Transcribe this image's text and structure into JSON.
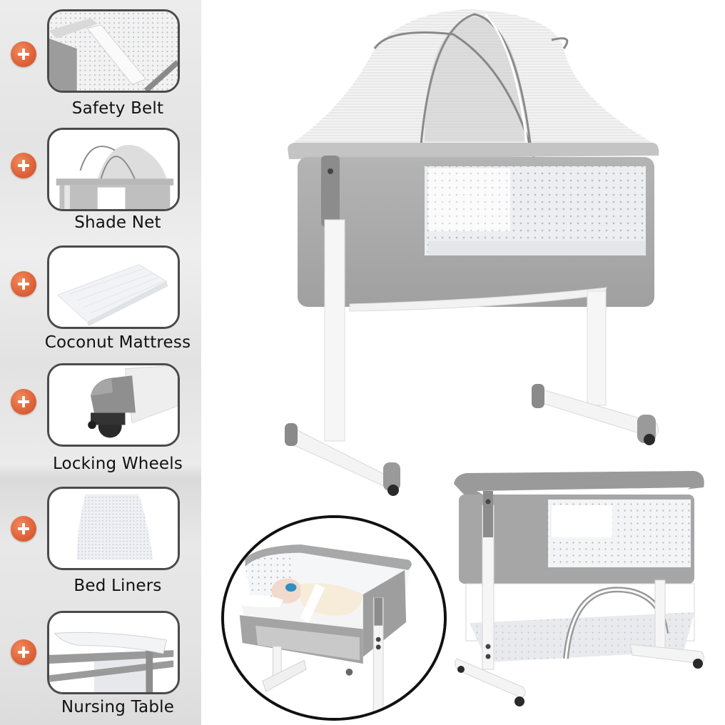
{
  "features": [
    {
      "label": "Safety Belt",
      "icon": "plus-icon",
      "thumb": "safety-belt-photo"
    },
    {
      "label": "Shade Net",
      "icon": "plus-icon",
      "thumb": "shade-net-photo"
    },
    {
      "label": "Coconut Mattress",
      "icon": "plus-icon",
      "thumb": "coconut-mattress-photo"
    },
    {
      "label": "Locking Wheels",
      "icon": "plus-icon",
      "thumb": "locking-wheels-photo"
    },
    {
      "label": "Bed Liners",
      "icon": "plus-icon",
      "thumb": "bed-liners-photo"
    },
    {
      "label": "Nursing Table",
      "icon": "plus-icon",
      "thumb": "nursing-table-photo"
    }
  ],
  "colors": {
    "accent_plus": "#e0643a",
    "panel_bg": "#e6e6e6",
    "fabric_gray": "#a9a9a9",
    "frame_white": "#f4f4f4",
    "thumb_border": "#4a4a4a",
    "circle_border": "#111111"
  },
  "products": [
    {
      "name": "bassinet-with-canopy"
    },
    {
      "name": "bassinet-with-baby-bedside"
    },
    {
      "name": "bassinet-with-storage-basket"
    }
  ]
}
